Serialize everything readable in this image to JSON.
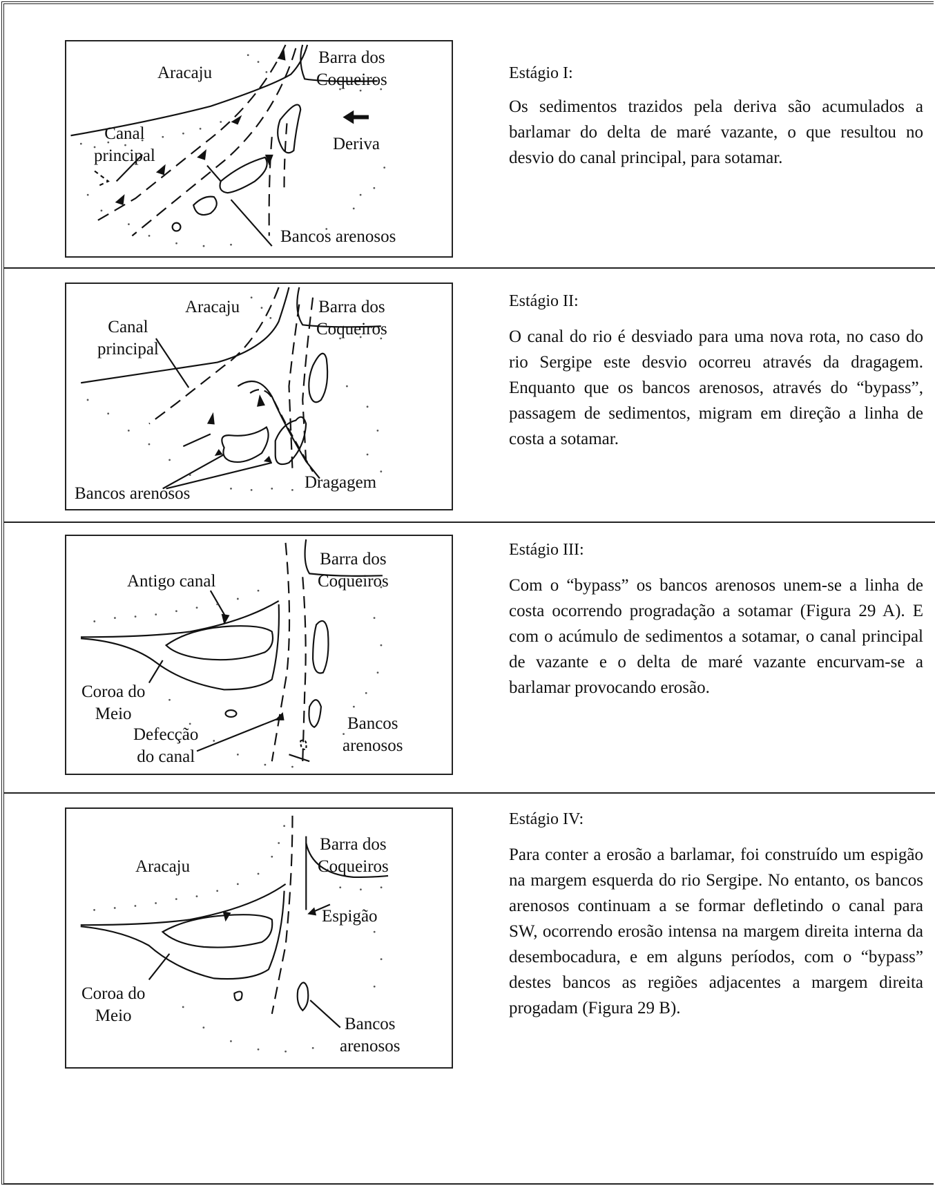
{
  "stages": [
    {
      "title": "Estágio I:",
      "text": "Os sedimentos trazidos pela deriva são acumulados a barlamar do delta de maré vazante, o que resultou no desvio do canal principal, para sotamar.",
      "labels": {
        "aracaju": "Aracaju",
        "barra_l1": "Barra dos",
        "barra_l2": "Coqueiros",
        "canal_l1": "Canal",
        "canal_l2": "principal",
        "deriva": "Deriva",
        "bancos": "Bancos arenosos"
      }
    },
    {
      "title": "Estágio II:",
      "text": "O canal do rio é desviado para uma nova rota, no caso do rio Sergipe este desvio ocorreu através da dragagem. Enquanto que os bancos arenosos, através do “bypass”, passagem de sedimentos, migram em direção a linha de costa a sotamar.",
      "labels": {
        "aracaju": "Aracaju",
        "barra_l1": "Barra dos",
        "barra_l2": "Coqueiros",
        "canal_l1": "Canal",
        "canal_l2": "principal",
        "bancos": "Bancos arenosos",
        "dragagem": "Dragagem"
      }
    },
    {
      "title": "Estágio III:",
      "text": "Com o “bypass” os bancos arenosos unem-se a linha de costa ocorrendo progradação a sotamar (Figura 29 A). E com o acúmulo de sedimentos a sotamar, o canal principal de vazante e o delta de maré vazante encurvam-se a barlamar provocando erosão.",
      "labels": {
        "antigo": "Antigo canal",
        "barra_l1": "Barra dos",
        "barra_l2": "Coqueiros",
        "coroa_l1": "Coroa do",
        "coroa_l2": "Meio",
        "defeccao_l1": "Defecção",
        "defeccao_l2": "do canal",
        "bancos_l1": "Bancos",
        "bancos_l2": "arenosos"
      }
    },
    {
      "title": "Estágio IV:",
      "text": "Para conter a erosão a barlamar, foi construído um espigão na margem esquerda do rio Sergipe. No entanto, os bancos arenosos continuam a se formar defletindo o canal para SW, ocorrendo erosão intensa na margem direita interna da desembocadura, e em alguns períodos, com o “bypass” destes bancos as regiões adjacentes a margem direita progadam (Figura 29 B).",
      "labels": {
        "aracaju": "Aracaju",
        "barra_l1": "Barra dos",
        "barra_l2": "Coqueiros",
        "espigao": "Espigão",
        "coroa_l1": "Coroa do",
        "coroa_l2": "Meio",
        "bancos_l1": "Bancos",
        "bancos_l2": "arenosos"
      }
    }
  ]
}
